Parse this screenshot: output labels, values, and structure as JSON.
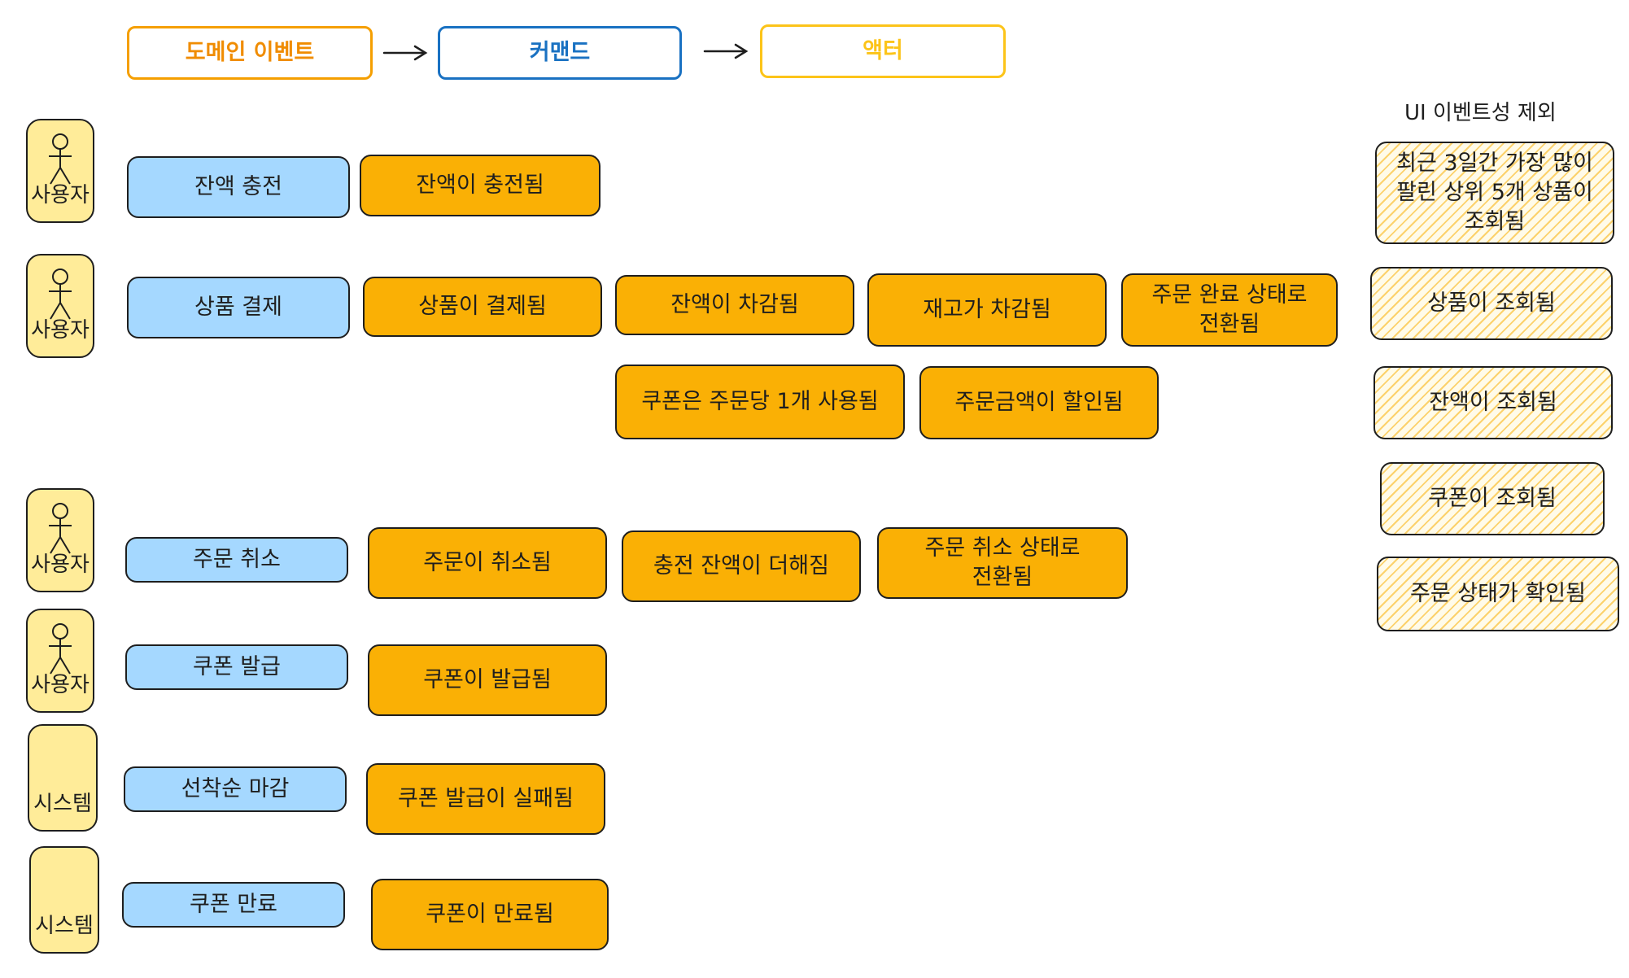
{
  "legend": {
    "domain_event": "도메인 이벤트",
    "command": "커맨드",
    "actor": "액터"
  },
  "ui_section_title": "UI 이벤트성 제외",
  "actors": [
    "사용자",
    "사용자",
    "사용자",
    "사용자",
    "시스템",
    "시스템"
  ],
  "commands": [
    "잔액 충전",
    "상품 결제",
    "주문 취소",
    "쿠폰 발급",
    "선착순 마감",
    "쿠폰 만료"
  ],
  "events": {
    "charge": [
      "잔액이 충전됨"
    ],
    "payment": [
      "상품이 결제됨",
      "잔액이 차감됨",
      "재고가 차감됨",
      "주문 완료 상태로\n전환됨"
    ],
    "payment_sub": [
      "쿠폰은 주문당 1개 사용됨",
      "주문금액이 할인됨"
    ],
    "cancel": [
      "주문이 취소됨",
      "충전 잔액이 더해짐",
      "주문 취소 상태로\n전환됨"
    ],
    "coupon_issue": [
      "쿠폰이 발급됨"
    ],
    "closing": [
      "쿠폰 발급이 실패됨"
    ],
    "expire": [
      "쿠폰이 만료됨"
    ]
  },
  "ui_events": [
    "최근 3일간 가장 많이\n팔린 상위 5개 상품이\n조회됨",
    "상품이 조회됨",
    "잔액이 조회됨",
    "쿠폰이 조회됨",
    "주문 상태가 확인됨"
  ],
  "colors": {
    "command": "#a5d8ff",
    "domain_event": "#fab005",
    "actor": "#ffec99",
    "legend_event_border": "#f59f00",
    "legend_command_border": "#1971c2",
    "legend_actor_border": "#fcc419"
  }
}
